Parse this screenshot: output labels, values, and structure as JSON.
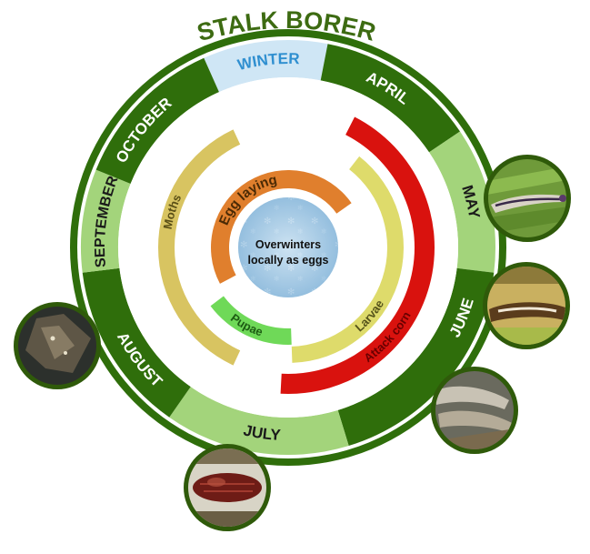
{
  "title": "STALK BORER",
  "center_text": [
    "Overwinters",
    "locally as eggs"
  ],
  "months": [
    {
      "key": "winter",
      "label": "WINTER",
      "fill": "#cfe6f5",
      "text_color": "#2f8fd0",
      "a0": 336,
      "a1": 371,
      "mid": 354
    },
    {
      "key": "april",
      "label": "APRIL",
      "fill": "#2f6e0b",
      "text_color": "#ffffff",
      "a0": 371,
      "a1": 416,
      "mid": 392
    },
    {
      "key": "may",
      "label": "MAY",
      "fill": "#a3d47b",
      "text_color": "#1a1a1a",
      "a0": 416,
      "a1": 457,
      "mid": 436
    },
    {
      "key": "june",
      "label": "JUNE",
      "fill": "#2f6e0b",
      "text_color": "#ffffff",
      "a0": 457,
      "a1": 523,
      "mid": 112
    },
    {
      "key": "july",
      "label": "JULY",
      "fill": "#a3d47b",
      "text_color": "#1a1a1a",
      "a0": 523,
      "a1": 575,
      "mid": 188
    },
    {
      "key": "august",
      "label": "AUGUST",
      "fill": "#2f6e0b",
      "text_color": "#ffffff",
      "a0": 575,
      "a1": 623,
      "mid": 233
    },
    {
      "key": "september",
      "label": "SEPTEMBER",
      "fill": "#a3d47b",
      "text_color": "#1a1a1a",
      "a0": 623,
      "a1": 652,
      "mid": 278
    },
    {
      "key": "october",
      "label": "OCTOBER",
      "fill": "#2f6e0b",
      "text_color": "#ffffff",
      "a0": 652,
      "a1": 696,
      "mid": 309
    }
  ],
  "stages": [
    {
      "key": "attack",
      "label": "Attack corn",
      "color": "#d9120e",
      "text_color": "#6a0000",
      "r": 150,
      "w": 22,
      "a0": 27,
      "a1": 183,
      "label_mid": 132
    },
    {
      "key": "larvae",
      "label": "Larvae",
      "color": "#dedb6b",
      "text_color": "#55531a",
      "r": 118,
      "w": 18,
      "a0": 38,
      "a1": 178,
      "label_mid": 130
    },
    {
      "key": "pupae",
      "label": "Pupae",
      "color": "#6fd958",
      "text_color": "#1d5c13",
      "r": 98,
      "w": 18,
      "a0": 178,
      "a1": 233,
      "label_mid": 208
    },
    {
      "key": "moths",
      "label": "Moths",
      "color": "#d8c461",
      "text_color": "#5a4f16",
      "r": 134,
      "w": 18,
      "a0": 205,
      "a1": 335,
      "label_mid": 287
    },
    {
      "key": "egg",
      "label": "Egg laying",
      "color": "#e07f2d",
      "text_color": "#4a2a05",
      "r": 75,
      "w": 20,
      "a0": 242,
      "a1": 415,
      "label_mid": 320
    }
  ],
  "photos": [
    {
      "key": "larva-on-leaf",
      "subject": "larva-on-leaf"
    },
    {
      "key": "larva-in-stalk",
      "subject": "larva-in-stalk"
    },
    {
      "key": "pupal-cases",
      "subject": "pupal-cases"
    },
    {
      "key": "pupa-in-stalk",
      "subject": "pupa-in-stalk"
    },
    {
      "key": "adult-moth",
      "subject": "adult-moth"
    }
  ],
  "colors": {
    "dark_green": "#2f6e0b",
    "light_green": "#a3d47b",
    "title": "#3d6b12",
    "center_fill": "#bcd6ea"
  }
}
